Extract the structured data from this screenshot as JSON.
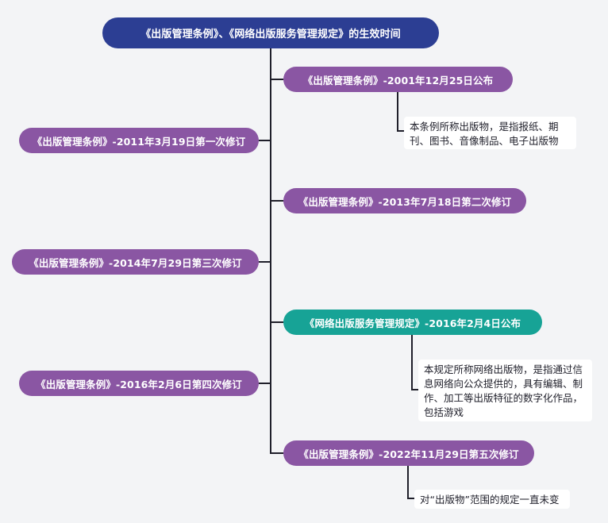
{
  "root": {
    "label": "《出版管理条例》、《网络出版服务管理规定》的生效时间"
  },
  "events": [
    {
      "label": "《出版管理条例》-2001年12月25日公布"
    },
    {
      "label": "《出版管理条例》-2011年3月19日第一次修订"
    },
    {
      "label": "《出版管理条例》-2013年7月18日第二次修订"
    },
    {
      "label": "《出版管理条例》-2014年7月29日第三次修订"
    },
    {
      "label": "《网络出版服务管理规定》-2016年2月4日公布"
    },
    {
      "label": "《出版管理条例》-2016年2月6日第四次修订"
    },
    {
      "label": "《出版管理条例》-2022年11月29日第五次修订"
    }
  ],
  "notes": [
    {
      "text": "本条例所称出版物，是指报纸、期刊、图书、音像制品、电子出版物"
    },
    {
      "text": "本规定所称网络出版物，是指通过信息网络向公众提供的，具有编辑、制作、加工等出版特征的数字化作品，包括游戏"
    },
    {
      "text": "对“出版物”范围的规定一直未变"
    }
  ],
  "colors": {
    "root": "#2c3e93",
    "regulation": "#8a56a3",
    "online_rule": "#17a396",
    "connector": "#1f1f2a",
    "background": "#f3f4f6"
  }
}
